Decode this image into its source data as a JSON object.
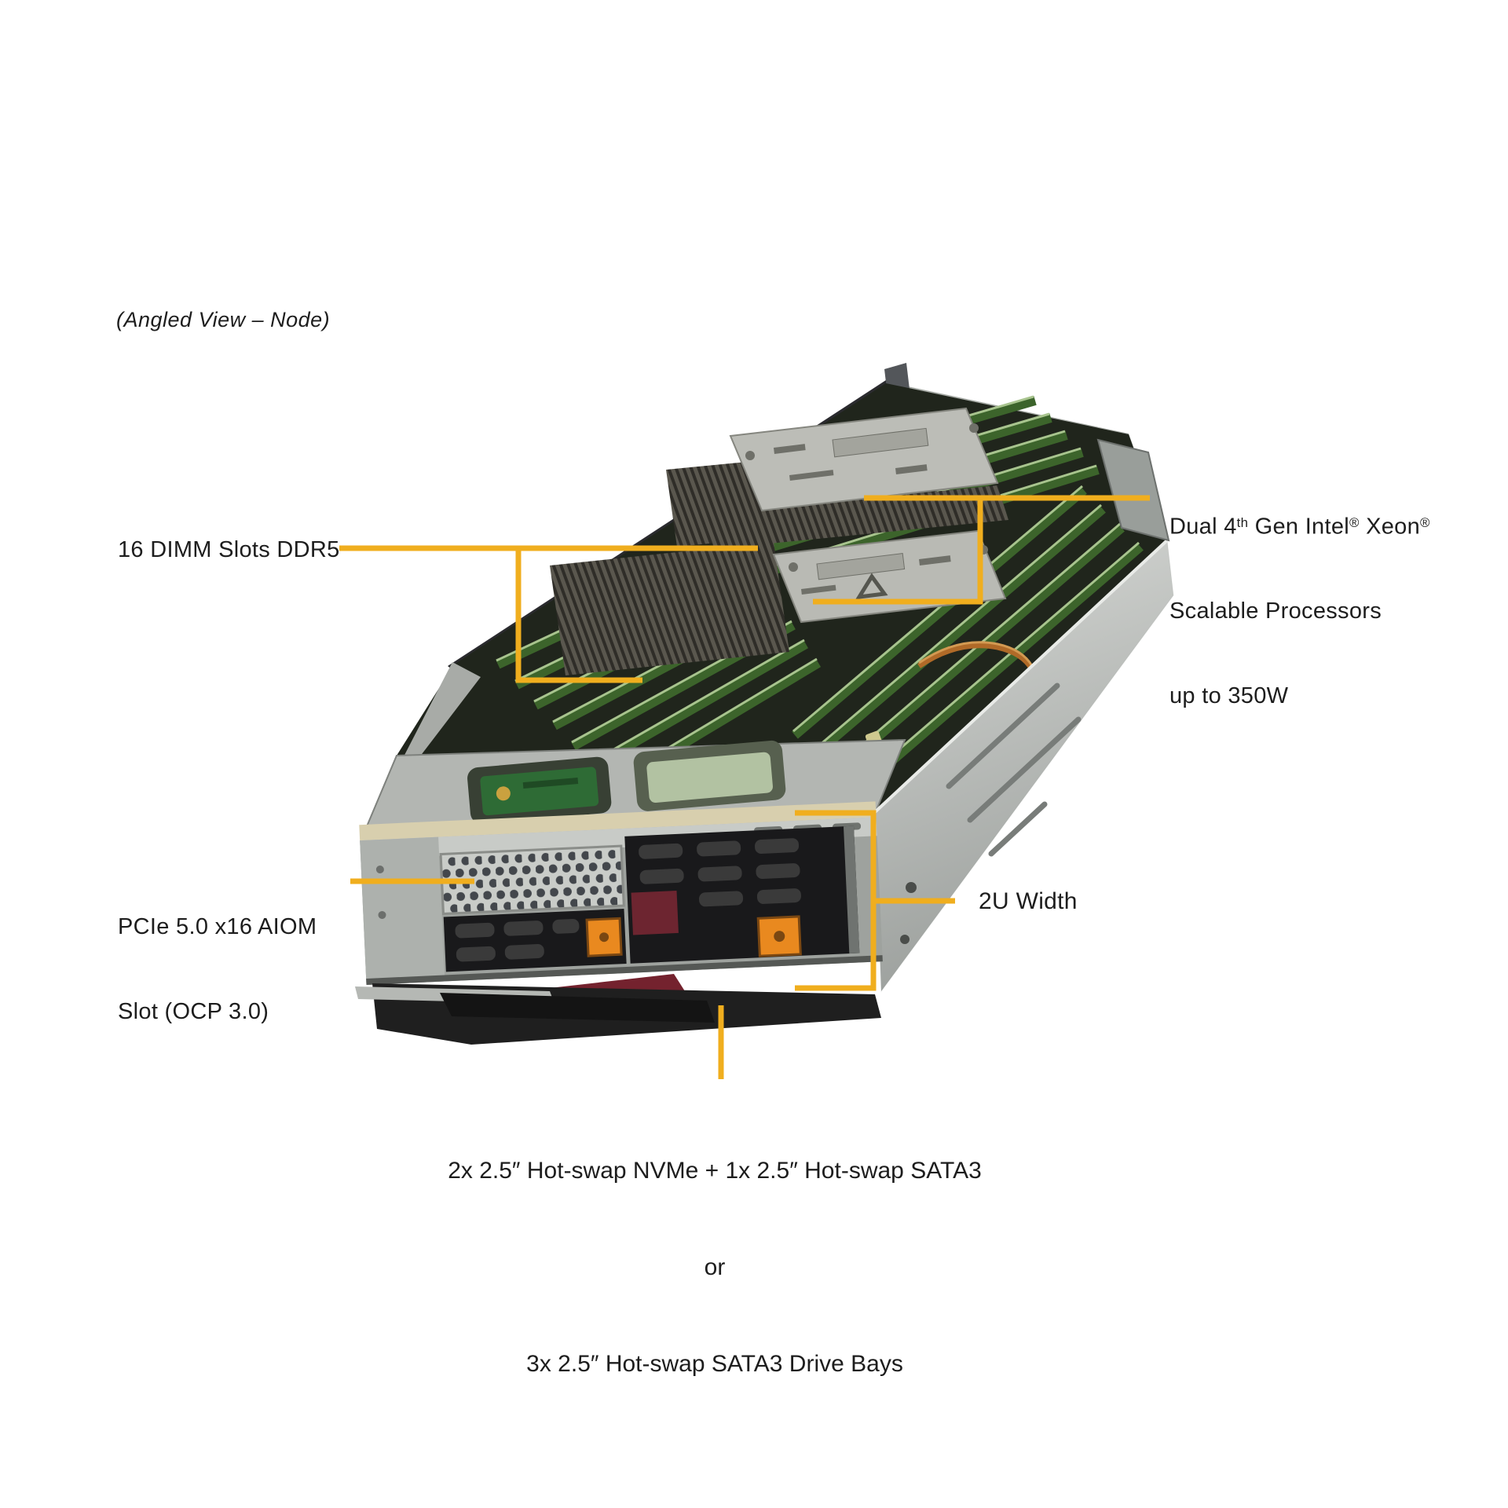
{
  "title": "(Angled View – Node)",
  "accent_color": "#F0AE1E",
  "labels": {
    "dimm": "16 DIMM Slots DDR5",
    "cpu": {
      "seg1": "Dual 4",
      "sup1": "th",
      "seg2": " Gen Intel",
      "sup2": "®",
      "seg3": " Xeon",
      "sup3": "®",
      "line2": "Scalable Processors",
      "line3": "up to 350W"
    },
    "aiom_line1": "PCIe 5.0 x16 AIOM",
    "aiom_line2": "Slot (OCP 3.0)",
    "width": "2U Width",
    "drives_line1": "2x 2.5″ Hot-swap NVMe + 1x 2.5″ Hot-swap SATA3",
    "drives_line2": "or",
    "drives_line3": "3x 2.5″ Hot-swap SATA3 Drive Bays"
  }
}
